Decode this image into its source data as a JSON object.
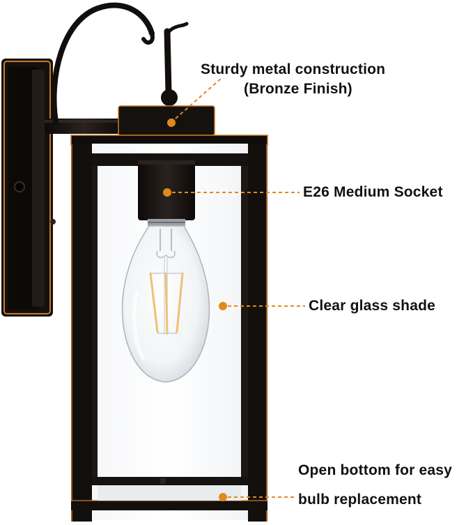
{
  "product": {
    "name": "outdoor wall lantern",
    "finish_color": "#1b1512",
    "trim_color": "#c77a2a",
    "callout_color": "#e08a1e"
  },
  "callouts": {
    "construction": {
      "line1": "Sturdy metal construction",
      "line2": "(Bronze Finish)"
    },
    "socket": {
      "text": "E26 Medium Socket"
    },
    "glass": {
      "text": "Clear glass shade"
    },
    "bottom": {
      "line1": "Open bottom for easy",
      "line2": "bulb replacement"
    }
  }
}
